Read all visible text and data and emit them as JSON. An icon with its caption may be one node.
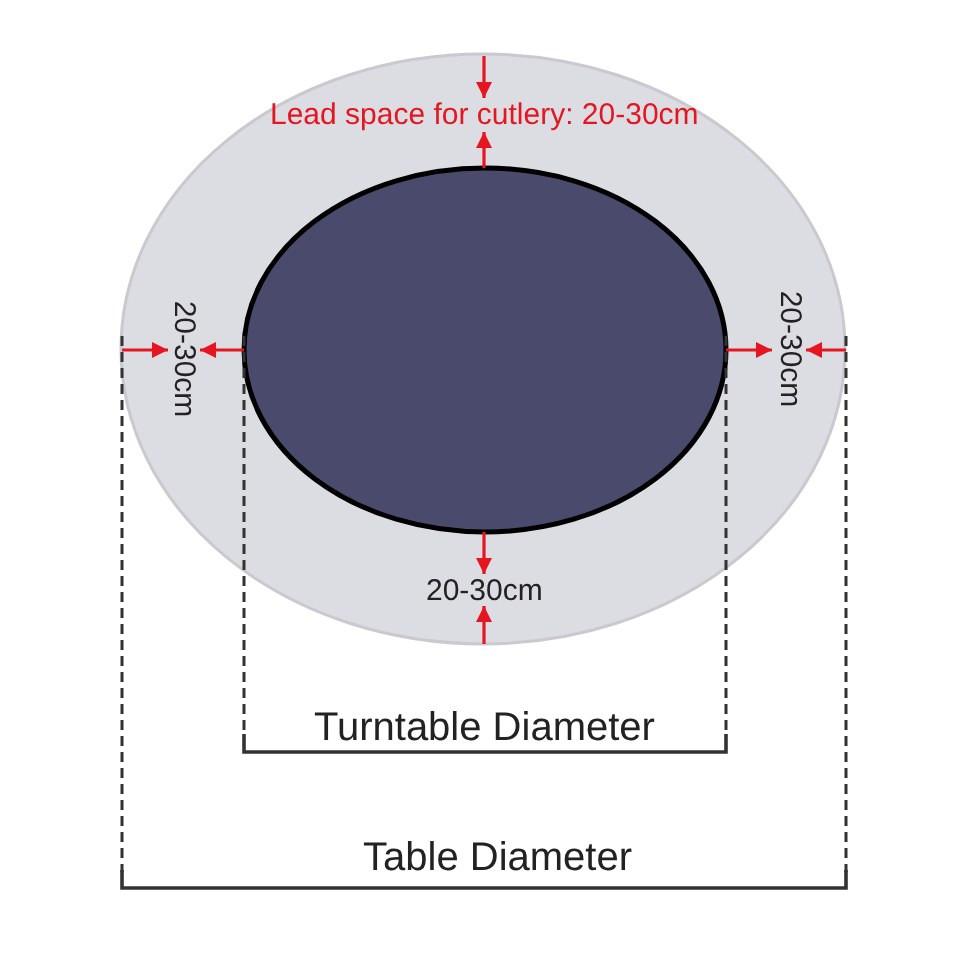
{
  "diagram": {
    "labels": [
      "Lead space for cutlery: 20-30cm",
      "20-30cm",
      "20-30cm",
      "20-30cm",
      "Turntable Diameter",
      "Table Diameter"
    ]
  }
}
